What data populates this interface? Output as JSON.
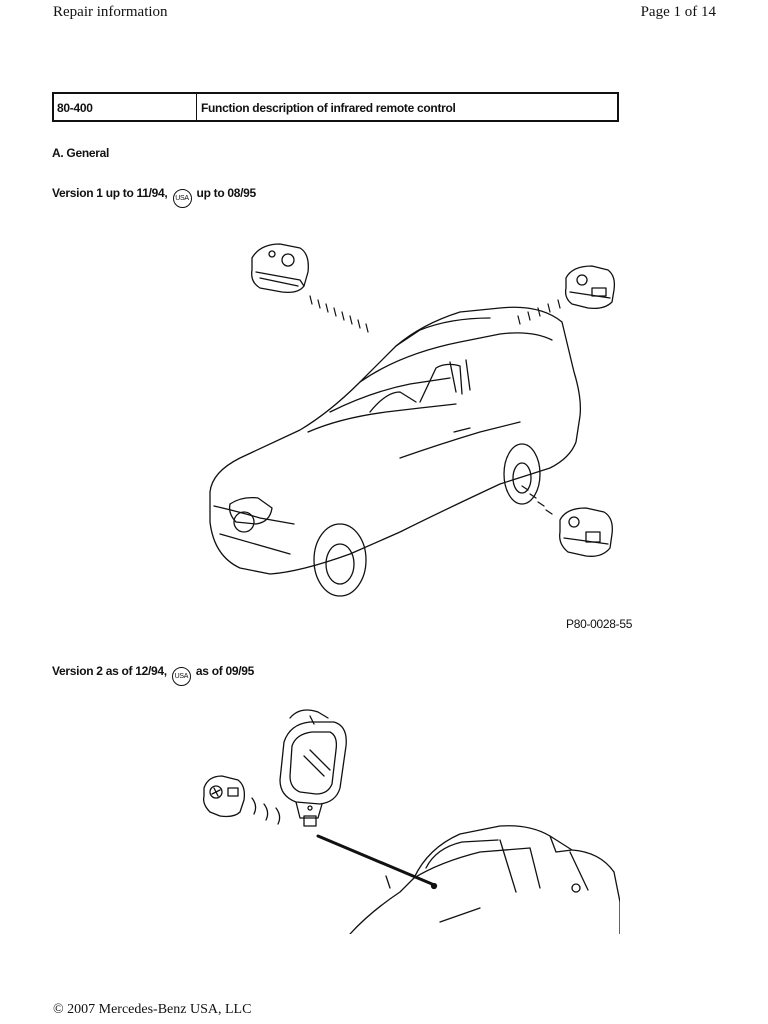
{
  "header": {
    "left": "Repair information",
    "right": "Page 1 of 14"
  },
  "title_table": {
    "code": "80-400",
    "description": "Function description of infrared remote control"
  },
  "sections": {
    "general": "A.   General",
    "version1_prefix": "Version 1 up to 11/94,",
    "version1_suffix": "up to 08/95",
    "version2_prefix": "Version 2 as of 12/94,",
    "version2_suffix": "as of 09/95",
    "usa_badge": "USA"
  },
  "figures": {
    "fig1_caption": "P80-0028-55"
  },
  "footer": {
    "copyright": "© 2007 Mercedes-Benz USA, LLC"
  }
}
